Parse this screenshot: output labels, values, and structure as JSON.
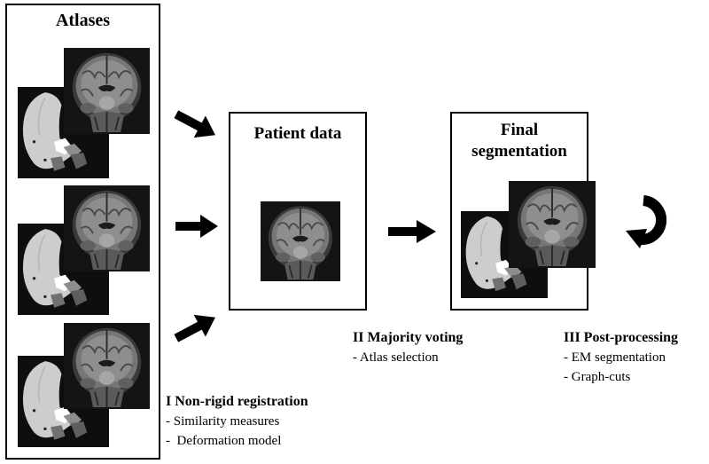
{
  "atlases_panel": {
    "title": "Atlases"
  },
  "patient_panel": {
    "title": "Patient data"
  },
  "final_panel": {
    "title_line1": "Final",
    "title_line2": "segmentation"
  },
  "steps": [
    {
      "heading": "I Non-rigid registration",
      "items": [
        "- Similarity measures",
        "-  Deformation model"
      ]
    },
    {
      "heading": "II Majority voting",
      "items": [
        "- Atlas selection"
      ]
    },
    {
      "heading": "III Post-processing",
      "items": [
        "- EM segmentation",
        "- Graph-cuts"
      ]
    }
  ],
  "icons": {
    "flow_arrow": "right-arrow-icon",
    "loop_arrow": "circular-arrow-icon",
    "mri_image": "brain-mri-image",
    "label_map": "segmentation-label-map"
  },
  "colors": {
    "mri_dark": "#2a2a2a",
    "mri_tissue": "#8a8a8a",
    "label_light": "#cfcfcf",
    "label_bg": "#111111"
  }
}
